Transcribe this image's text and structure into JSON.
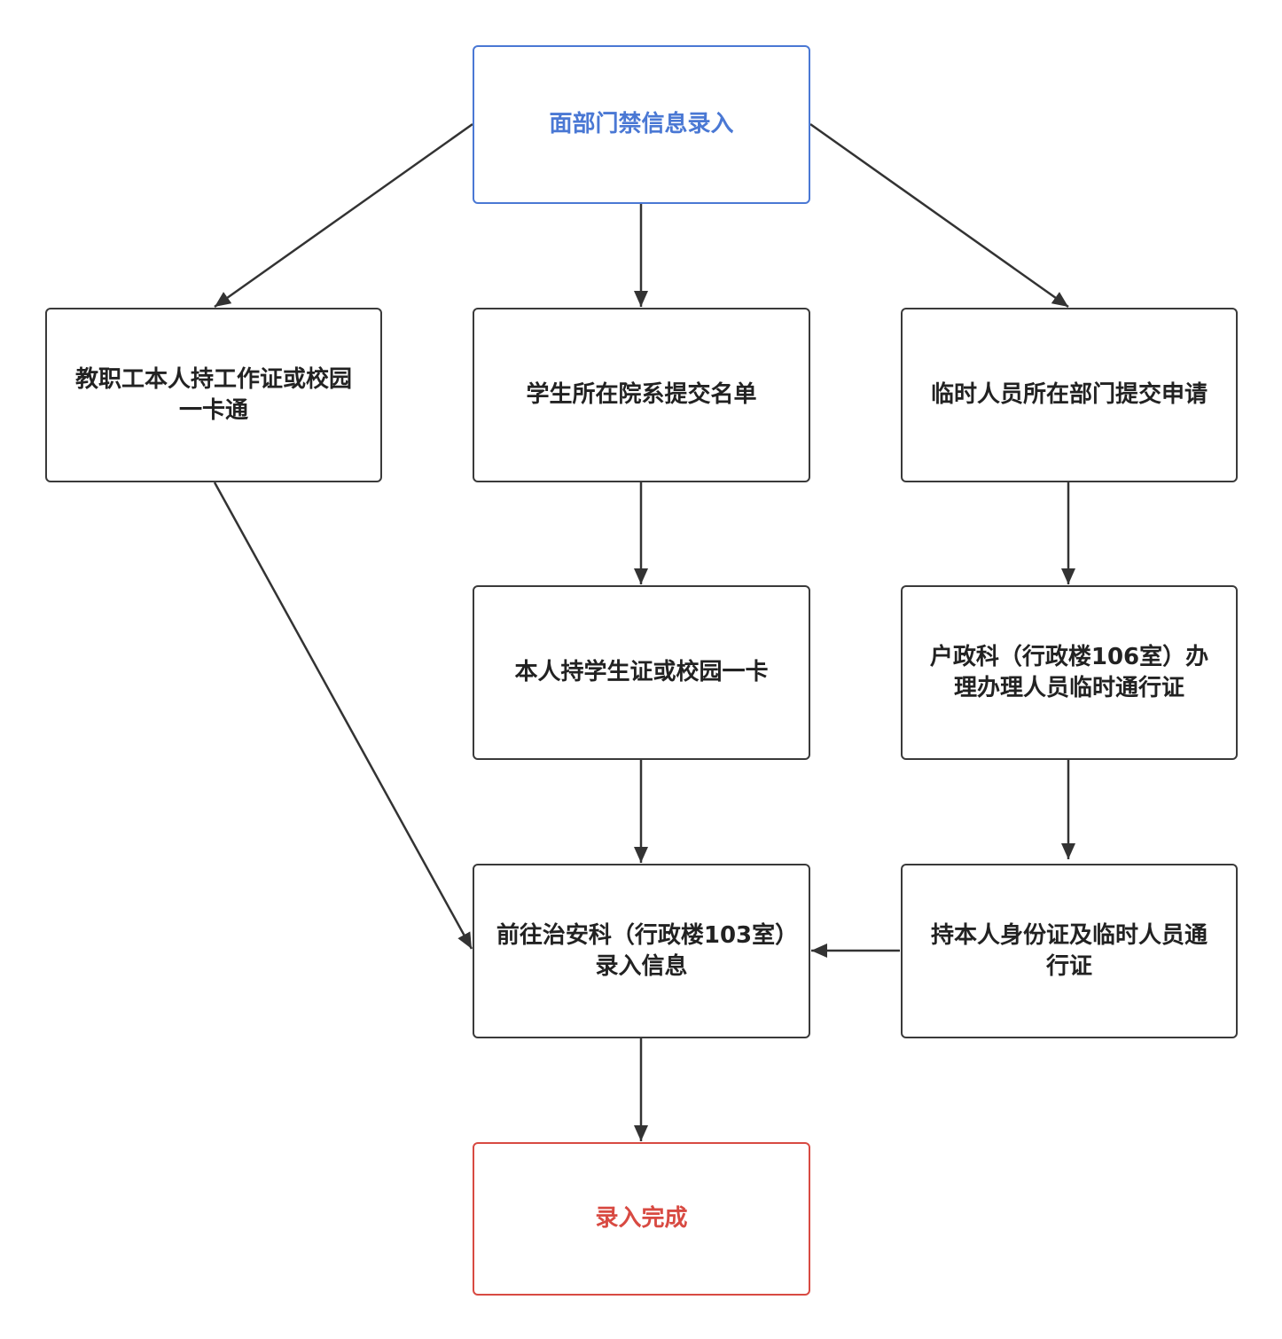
{
  "nodes": {
    "start": {
      "label": "面部门禁信息录入",
      "color": "#4a78d4"
    },
    "staff": {
      "label": "教职工本人持工作证或校园一卡通"
    },
    "student_dept": {
      "label": "学生所在院系提交名单"
    },
    "temp_dept": {
      "label": "临时人员所在部门提交申请"
    },
    "student_card": {
      "label": "本人持学生证或校园一卡"
    },
    "hukou_office": {
      "label": "户政科（行政楼106室）办理办理人员临时通行证"
    },
    "security_office": {
      "label": "前往治安科（行政楼103室）录入信息"
    },
    "temp_pass": {
      "label": "持本人身份证及临时人员通行证"
    },
    "end": {
      "label": "录入完成",
      "color": "#d84a42"
    }
  },
  "edges": [
    {
      "from": "start",
      "to": "staff"
    },
    {
      "from": "start",
      "to": "student_dept"
    },
    {
      "from": "start",
      "to": "temp_dept"
    },
    {
      "from": "student_dept",
      "to": "student_card"
    },
    {
      "from": "temp_dept",
      "to": "hukou_office"
    },
    {
      "from": "student_card",
      "to": "security_office"
    },
    {
      "from": "hukou_office",
      "to": "temp_pass"
    },
    {
      "from": "staff",
      "to": "security_office"
    },
    {
      "from": "temp_pass",
      "to": "security_office"
    },
    {
      "from": "security_office",
      "to": "end"
    }
  ]
}
